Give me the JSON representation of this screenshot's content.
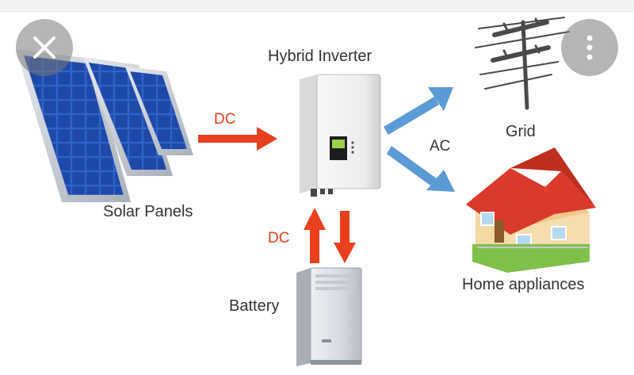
{
  "diagram": {
    "nodes": {
      "solar_panels": "Solar Panels",
      "hybrid_inverter": "Hybrid Inverter",
      "grid": "Grid",
      "home_appliances": "Home appliances",
      "battery": "Battery"
    },
    "flows": {
      "panels_to_inverter": "DC",
      "inverter_to_outputs": "AC",
      "battery_link": "DC"
    },
    "colors": {
      "dc_arrow": "#e8401c",
      "ac_arrow": "#5b9bd5",
      "panel_blue": "#2554b8",
      "roof_red": "#d93a2b"
    }
  },
  "overlay": {
    "close_icon": "close-icon",
    "more_icon": "more-vertical-icon"
  }
}
